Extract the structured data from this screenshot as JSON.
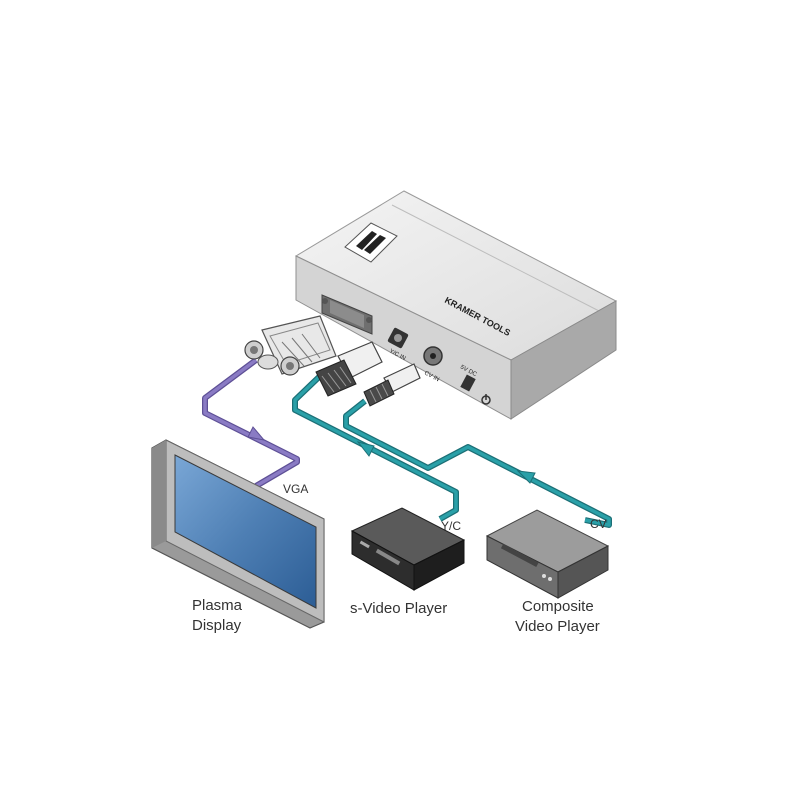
{
  "device": {
    "brand_text": "KRAMER TOOLS",
    "ports": {
      "yc_in": "Y/C IN",
      "cv_in": "CV IN",
      "power": "5V DC"
    }
  },
  "connections": {
    "vga": "VGA",
    "yc": "Y/C",
    "cv": "CV"
  },
  "devices": {
    "plasma": [
      "Plasma",
      "Display"
    ],
    "svideo": "s-Video Player",
    "composite": [
      "Composite",
      "Video Player"
    ]
  },
  "colors": {
    "vga_cable": "#8a7bc4",
    "video_cable": "#2aa0a8",
    "cable_outline": "#1c6f76",
    "screen": "#4e7fb4"
  }
}
